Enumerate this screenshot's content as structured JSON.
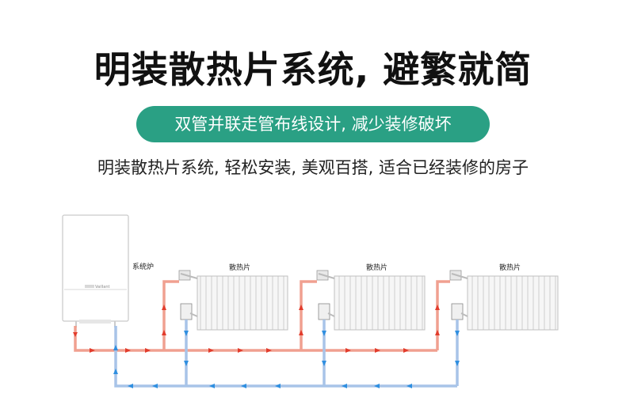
{
  "header": {
    "title": "明装散热片系统, 避繁就简",
    "tagline": "双管并联走管布线设计, 减少装修破坏",
    "subtitle": "明装散热片系统, 轻松安装, 美观百搭, 适合已经装修的房子"
  },
  "diagram": {
    "boiler_label": "系统炉",
    "boiler_brand": "Vaillant",
    "radiator_labels": [
      "散热片",
      "散热片",
      "散热片"
    ]
  },
  "colors": {
    "accent": "#2aa084",
    "supply_pipe": "#f0a090",
    "supply_arrow": "#e23c2c",
    "return_pipe": "#a8c4e8",
    "return_arrow": "#2f8fe0"
  }
}
